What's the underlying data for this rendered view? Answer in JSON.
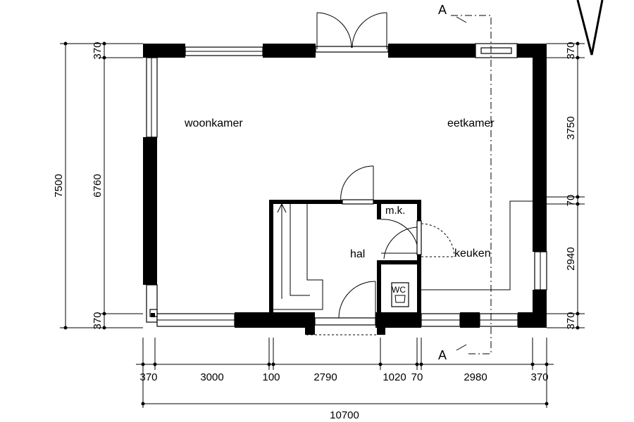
{
  "rooms": {
    "woonkamer": "woonkamer",
    "eetkamer": "eetkamer",
    "hal": "hal",
    "keuken": "keuken",
    "mk": "m.k.",
    "wc": "WC"
  },
  "section_marker": {
    "top": "A",
    "bottom": "A"
  },
  "dimensions": {
    "left_outer": [
      "370",
      "7500",
      "370"
    ],
    "left_inner": "6760",
    "right": [
      "370",
      "3750",
      "70",
      "2940",
      "370"
    ],
    "bottom": [
      "370",
      "3000",
      "100",
      "2790",
      "1020",
      "70",
      "2980",
      "370"
    ],
    "total": "10700"
  },
  "colors": {
    "wall": "#000000",
    "background": "#ffffff"
  }
}
